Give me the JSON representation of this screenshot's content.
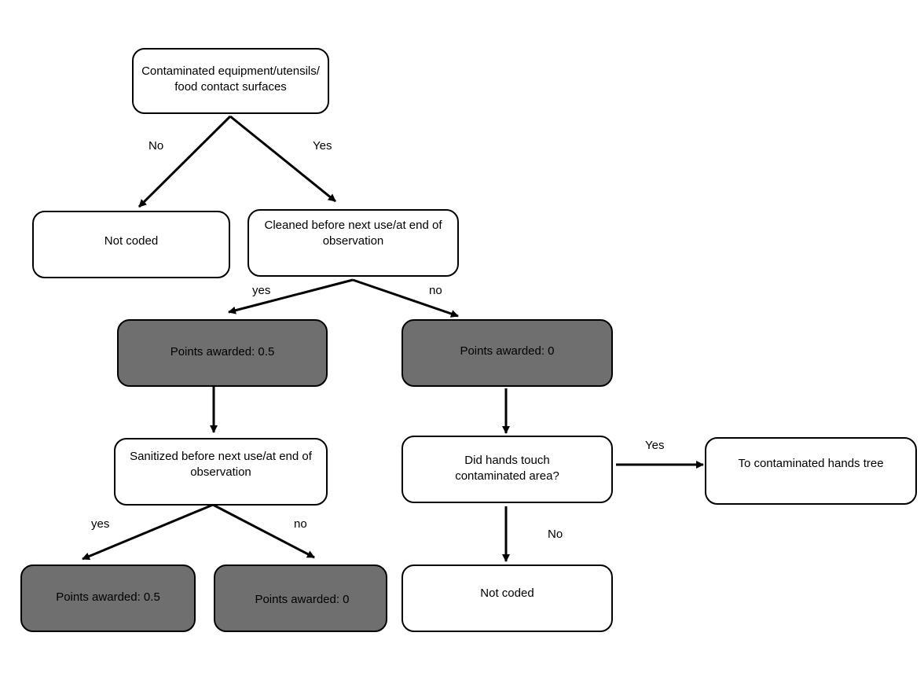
{
  "nodes": {
    "contaminated": "Contaminated equipment/utensils/\nfood contact surfaces",
    "not_coded_top": "Not coded",
    "cleaned": "Cleaned before next use/at end of\nobservation",
    "points_cleaned_yes": "Points awarded: 0.5",
    "points_cleaned_no": "Points awarded: 0",
    "sanitized": "Sanitized before next use/at end of\nobservation",
    "hands_touch": "Did hands touch\ncontaminated area?",
    "hands_tree": "To contaminated hands tree",
    "points_sanitized_yes": "Points awarded: 0.5",
    "points_sanitized_no": "Points awarded: 0",
    "not_coded_bottom": "Not coded"
  },
  "edges": {
    "contaminated_no": "No",
    "contaminated_yes": "Yes",
    "cleaned_yes": "yes",
    "cleaned_no": "no",
    "sanitized_yes": "yes",
    "sanitized_no": "no",
    "hands_yes": "Yes",
    "hands_no": "No"
  },
  "colors": {
    "node_fill": "#ffffff",
    "outcome_fill": "#6f6f6f",
    "stroke": "#000000"
  }
}
